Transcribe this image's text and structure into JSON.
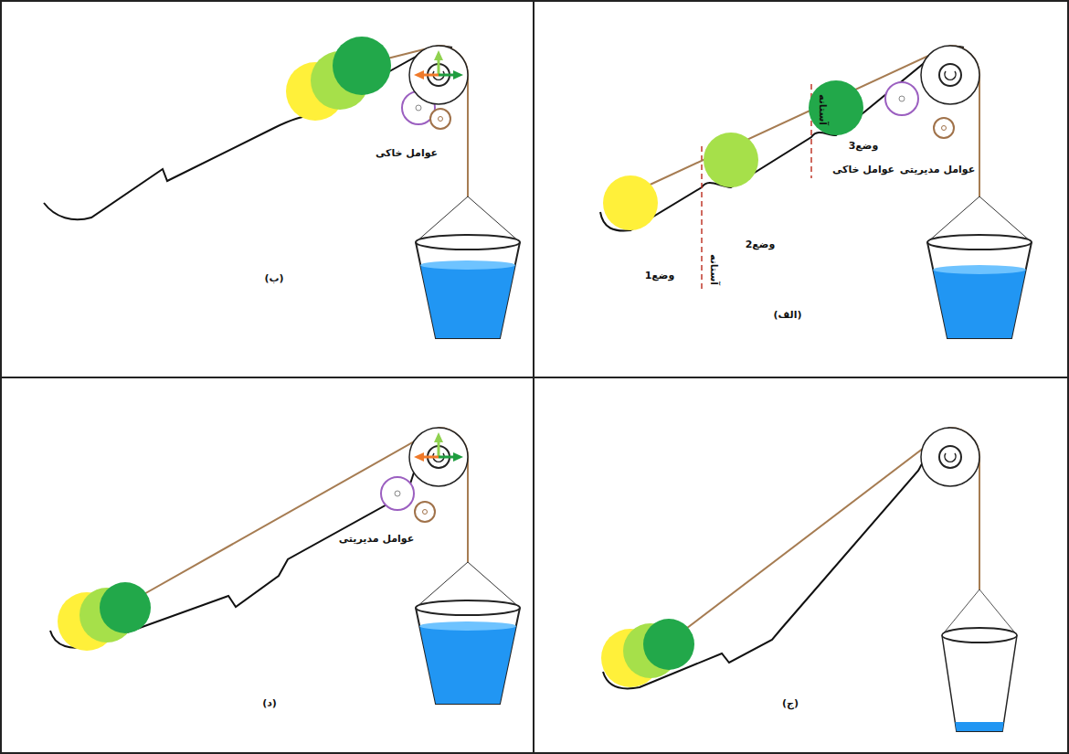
{
  "diagram": {
    "labels": [
      "(الف)",
      "وضع1",
      "آستانه",
      "وضع2",
      "آستانه",
      "وضع3",
      "عوامل خاکی",
      "عوامل مدیریتی",
      "(ب)",
      "عوامل خاکی",
      "(ج)",
      "(د)",
      "عوامل مدیریتی"
    ]
  }
}
